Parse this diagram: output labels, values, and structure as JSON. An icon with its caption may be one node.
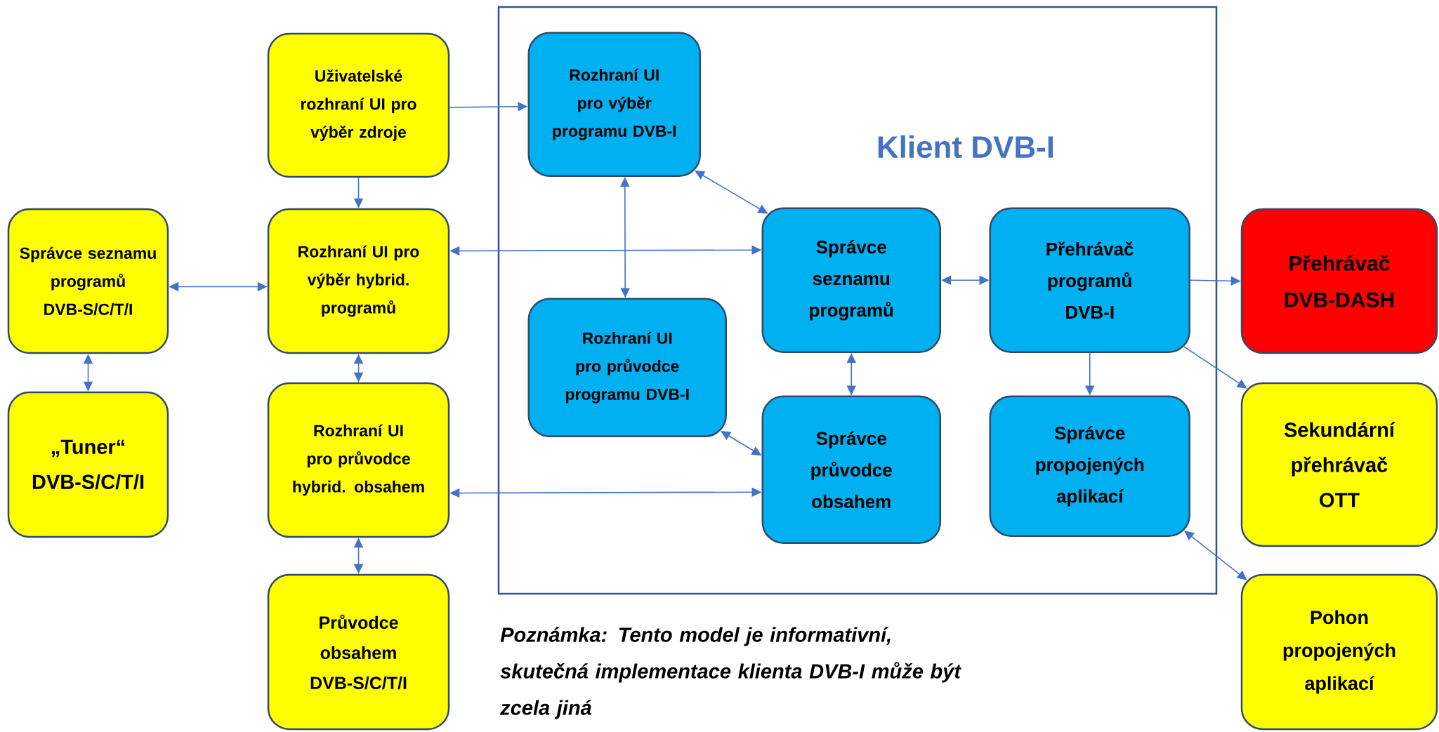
{
  "diagram": {
    "nodes": [
      {
        "text": [
          "Klient DVB-I"
        ]
      },
      {
        "text": [
          "Uživatelské rozhraní UI pro výběr zdroje"
        ]
      },
      {
        "text": [
          "Rozhraní UI pro výběr programu DVB-I"
        ],
        "in": 0
      },
      {
        "text": [
          "Správce seznamu programů DVB-S/C/T/I"
        ]
      },
      {
        "text": [
          "Rozhraní UI pro výběr hybrid. programů"
        ]
      },
      {
        "text": [
          "Správce seznamu programů"
        ],
        "in": 0
      },
      {
        "text": [
          "Přehrávač programů DVB-I"
        ],
        "in": 0
      },
      {
        "text": [
          "Přehrávač DVB-DASH"
        ]
      },
      {
        "text": [
          "Rozhraní UI pro průvodce programu DVB-I"
        ],
        "in": 0
      },
      {
        "text": [
          "„Tuner“ DVB-S/C/T/I"
        ]
      },
      {
        "text": [
          "Rozhraní UI pro průvodce hybrid. obsahem"
        ]
      },
      {
        "text": [
          "Správce průvodce obsahem"
        ],
        "in": 0
      },
      {
        "text": [
          "Správce propojených aplikací"
        ],
        "in": 0
      },
      {
        "text": [
          "Sekundární přehrávač OTT"
        ]
      },
      {
        "text": [
          "Průvodce obsahem DVB-S/C/T/I"
        ]
      },
      {
        "text": [
          "Pohon propojených aplikací"
        ]
      }
    ],
    "edges": [
      {
        "from": 1,
        "to": 2,
        "arrow": "to"
      },
      {
        "from": 1,
        "to": 4,
        "arrow": "to"
      },
      {
        "from": 2,
        "to": 5,
        "arrow": "both"
      },
      {
        "from": 2,
        "to": 8,
        "arrow": "both"
      },
      {
        "from": 4,
        "to": 5,
        "arrow": "both"
      },
      {
        "from": 3,
        "to": 4,
        "arrow": "both"
      },
      {
        "from": 3,
        "to": 9,
        "arrow": "both"
      },
      {
        "from": 4,
        "to": 10,
        "arrow": "both"
      },
      {
        "from": 5,
        "to": 6,
        "arrow": "both"
      },
      {
        "from": 5,
        "to": 11,
        "arrow": "both"
      },
      {
        "from": 6,
        "to": 7,
        "arrow": "to"
      },
      {
        "from": 6,
        "to": 12,
        "arrow": "to"
      },
      {
        "from": 6,
        "to": 13,
        "arrow": "to"
      },
      {
        "from": 8,
        "to": 11,
        "arrow": "both"
      },
      {
        "from": 10,
        "to": 11,
        "arrow": "both"
      },
      {
        "from": 10,
        "to": 14,
        "arrow": "both"
      },
      {
        "from": 12,
        "to": 15,
        "arrow": "both"
      }
    ],
    "labels": [
      "Poznámka: Tento model je informativní, skutečná implementace klienta DVB-I může být zcela jiná"
    ]
  }
}
